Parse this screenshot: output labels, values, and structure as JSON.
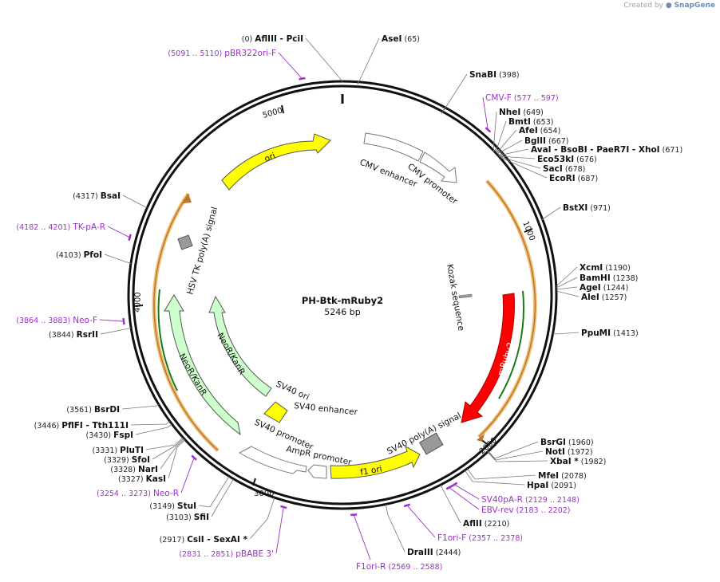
{
  "credit": {
    "prefix": "Created by",
    "brand": "SnapGene"
  },
  "plasmid": {
    "name": "PH-Btk-mRuby2",
    "length_label": "5246 bp",
    "total_bp": 5246
  },
  "ticks": [
    "1000",
    "2000",
    "3000",
    "4000",
    "5000"
  ],
  "sites": [
    {
      "name": "AflIII  - PciI",
      "pos": "(0)"
    },
    {
      "name": "AseI",
      "pos": "(65)"
    },
    {
      "name": "SnaBI",
      "pos": "(398)"
    },
    {
      "name": "NheI",
      "pos": "(649)"
    },
    {
      "name": "BmtI",
      "pos": "(653)"
    },
    {
      "name": "AfeI",
      "pos": "(654)"
    },
    {
      "name": "BglII",
      "pos": "(667)"
    },
    {
      "name": "AvaI  - BsoBI  - PaeR7I  - XhoI",
      "pos": "(671)"
    },
    {
      "name": "Eco53kI",
      "pos": "(676)"
    },
    {
      "name": "SacI",
      "pos": "(678)"
    },
    {
      "name": "EcoRI",
      "pos": "(687)"
    },
    {
      "name": "BstXI",
      "pos": "(971)"
    },
    {
      "name": "XcmI",
      "pos": "(1190)"
    },
    {
      "name": "BamHI",
      "pos": "(1238)"
    },
    {
      "name": "AgeI",
      "pos": "(1244)"
    },
    {
      "name": "AleI",
      "pos": "(1257)"
    },
    {
      "name": "PpuMI",
      "pos": "(1413)"
    },
    {
      "name": "BsrGI",
      "pos": "(1960)"
    },
    {
      "name": "NotI",
      "pos": "(1972)"
    },
    {
      "name": "XbaI *",
      "pos": "(1982)"
    },
    {
      "name": "MfeI",
      "pos": "(2078)"
    },
    {
      "name": "HpaI",
      "pos": "(2091)"
    },
    {
      "name": "AflII",
      "pos": "(2210)"
    },
    {
      "name": "DraIII",
      "pos": "(2444)"
    },
    {
      "name": "CsiI  - SexAI *",
      "pos": "(2917)"
    },
    {
      "name": "SfiI",
      "pos": "(3103)"
    },
    {
      "name": "StuI",
      "pos": "(3149)"
    },
    {
      "name": "KasI",
      "pos": "(3327)"
    },
    {
      "name": "NarI",
      "pos": "(3328)"
    },
    {
      "name": "SfoI",
      "pos": "(3329)"
    },
    {
      "name": "PluTI",
      "pos": "(3331)"
    },
    {
      "name": "FspI",
      "pos": "(3430)"
    },
    {
      "name": "PflFI  - Tth111I",
      "pos": "(3446)"
    },
    {
      "name": "BsrDI",
      "pos": "(3561)"
    },
    {
      "name": "RsrII",
      "pos": "(3844)"
    },
    {
      "name": "PfoI",
      "pos": "(4103)"
    },
    {
      "name": "BsaI",
      "pos": "(4317)"
    }
  ],
  "primers": [
    {
      "name": "pBR322ori-F",
      "range": "(5091 .. 5110)"
    },
    {
      "name": "CMV-F",
      "range": "(577 .. 597)"
    },
    {
      "name": "SV40pA-R",
      "range": "(2129 .. 2148)"
    },
    {
      "name": "EBV-rev",
      "range": "(2183 .. 2202)"
    },
    {
      "name": "F1ori-F",
      "range": "(2357 .. 2378)"
    },
    {
      "name": "F1ori-R",
      "range": "(2569 .. 2588)"
    },
    {
      "name": "pBABE 3'",
      "range": "(2831 .. 2851)"
    },
    {
      "name": "Neo-R",
      "range": "(3254 .. 3273)"
    },
    {
      "name": "Neo-F",
      "range": "(3864 .. 3883)"
    },
    {
      "name": "TK-pA-R",
      "range": "(4182 .. 4201)"
    }
  ],
  "features": [
    {
      "name": "ori",
      "color": "#ffff00"
    },
    {
      "name": "CMV enhancer",
      "color": "#ffffff"
    },
    {
      "name": "CMV promoter",
      "color": "#ffffff"
    },
    {
      "name": "Kozak sequence",
      "color": "#999999"
    },
    {
      "name": "mRuby2",
      "color": "#ff0000"
    },
    {
      "name": "SV40 poly(A) signal",
      "color": "#999999"
    },
    {
      "name": "f1 ori",
      "color": "#ffff00"
    },
    {
      "name": "AmpR promoter",
      "color": "#ffffff"
    },
    {
      "name": "SV40 promoter",
      "color": "#ffffff"
    },
    {
      "name": "SV40 enhancer",
      "color": "#ffffff"
    },
    {
      "name": "SV40 ori",
      "color": "#ffff00"
    },
    {
      "name": "NeoR/KanR",
      "color": "#ccffcc"
    },
    {
      "name": "NeoR/KanR",
      "color": "#ccffcc"
    },
    {
      "name": "HSV TK poly(A) signal",
      "color": "#999999"
    }
  ]
}
